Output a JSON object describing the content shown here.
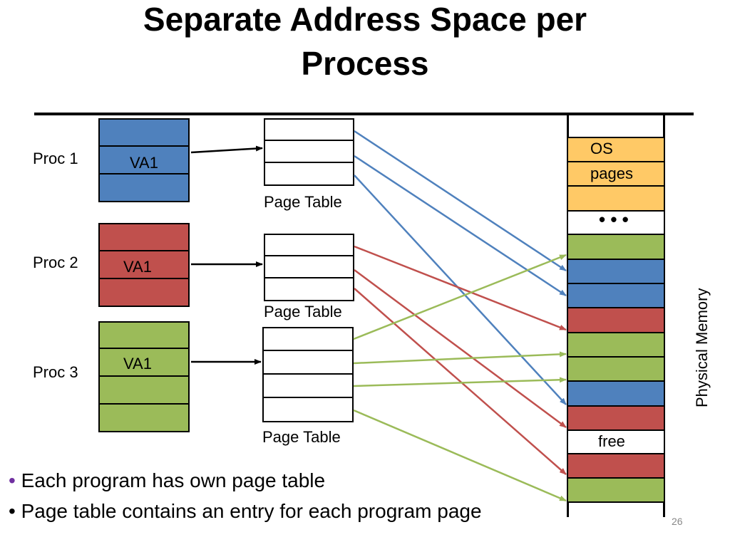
{
  "title": {
    "line1": "Separate Address Space per",
    "line2": "Process"
  },
  "processes": [
    {
      "label": "Proc 1",
      "va": "VA1",
      "color": "#4f81bd"
    },
    {
      "label": "Proc 2",
      "va": "VA1",
      "color": "#c0504d"
    },
    {
      "label": "Proc 3",
      "va": "VA1",
      "color": "#9bbb59"
    }
  ],
  "page_table_label": "Page Table",
  "physical_memory": {
    "label": "Physical Memory",
    "os_label_1": "OS",
    "os_label_2": "pages",
    "ellipsis": "• • •",
    "free_label": "free",
    "os_color": "#ffc966"
  },
  "bullets": [
    "Each program has own page table",
    "Page table contains an entry for each program page"
  ],
  "bullet_glyph": "•",
  "page_number": "26"
}
